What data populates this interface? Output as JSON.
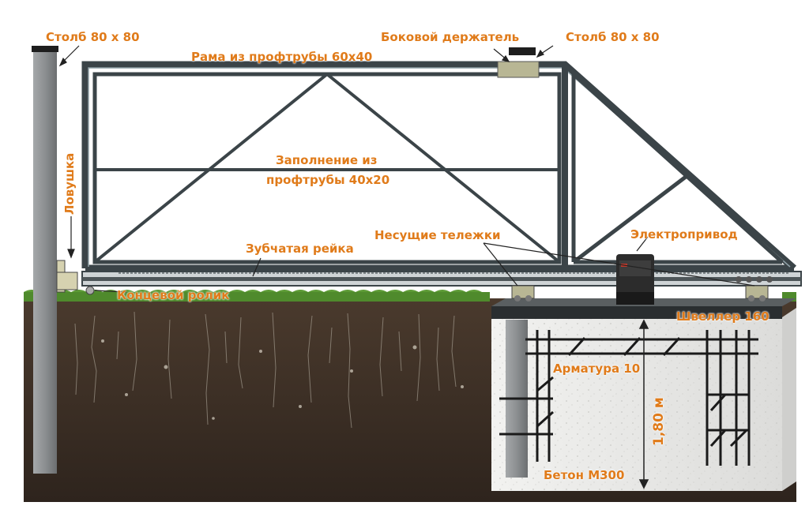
{
  "labels": {
    "post_left": "Столб 80 х 80",
    "post_right": "Столб 80 х 80",
    "side_holder": "Боковой держатель",
    "frame": "Рама из профтрубы 60х40",
    "filling_line1": "Заполнение из",
    "filling_line2": "профтрубы 40х20",
    "trap": "Ловушка",
    "rack": "Зубчатая рейка",
    "carriages": "Несущие тележки",
    "drive": "Электропривод",
    "end_roller": "Концевой ролик",
    "channel": "Швеллер 160",
    "rebar": "Арматура 10",
    "depth": "1,80 м",
    "concrete": "Бетон М300"
  },
  "colors": {
    "label_accent": "#e07b1a",
    "frame_metal": "#3b4448",
    "soil": "#3a2e26",
    "grass": "#4f8a2c",
    "concrete": "#e9e9e7",
    "post": "#8a8d8f"
  }
}
